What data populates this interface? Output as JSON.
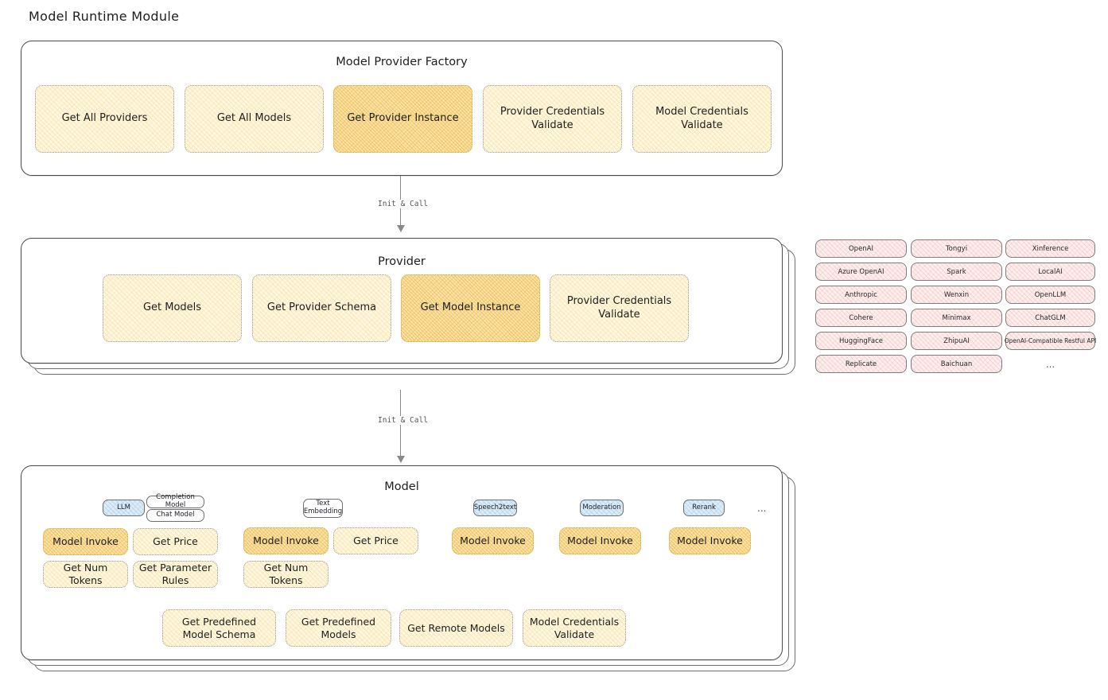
{
  "title": "Model Runtime Module",
  "arrows": [
    {
      "label": "Init & Call"
    },
    {
      "label": "Init & Call"
    }
  ],
  "factory": {
    "title": "Model Provider Factory",
    "cards": [
      {
        "label": "Get All Providers",
        "highlight": false
      },
      {
        "label": "Get All Models",
        "highlight": false
      },
      {
        "label": "Get Provider Instance",
        "highlight": true
      },
      {
        "label": "Provider Credentials Validate",
        "highlight": false
      },
      {
        "label": "Model Credentials Validate",
        "highlight": false
      }
    ]
  },
  "provider": {
    "title": "Provider",
    "cards": [
      {
        "label": "Get Models",
        "highlight": false
      },
      {
        "label": "Get Provider Schema",
        "highlight": false
      },
      {
        "label": "Get Model Instance",
        "highlight": true
      },
      {
        "label": "Provider Credentials Validate",
        "highlight": false
      }
    ]
  },
  "provider_list": {
    "columns": [
      [
        "OpenAI",
        "Azure OpenAI",
        "Anthropic",
        "Cohere",
        "HuggingFace",
        "Replicate"
      ],
      [
        "Tongyi",
        "Spark",
        "Wenxin",
        "Minimax",
        "ZhipuAI",
        "Baichuan"
      ],
      [
        "Xinference",
        "LocalAI",
        "OpenLLM",
        "ChatGLM",
        "OpenAI-Compatible Restful API",
        "..."
      ]
    ]
  },
  "model": {
    "title": "Model",
    "types": [
      {
        "name": "LLM",
        "blue": true,
        "subtypes": [
          "Completion Model",
          "Chat Model"
        ],
        "ops": [
          {
            "label": "Model Invoke",
            "highlight": true
          },
          {
            "label": "Get Price",
            "highlight": false
          },
          {
            "label": "Get Num Tokens",
            "highlight": false
          },
          {
            "label": "Get Parameter Rules",
            "highlight": false
          }
        ]
      },
      {
        "name": "Text Embedding",
        "blue": false,
        "subtypes": [],
        "ops": [
          {
            "label": "Model Invoke",
            "highlight": true
          },
          {
            "label": "Get Price",
            "highlight": false
          },
          {
            "label": "Get Num Tokens",
            "highlight": false
          }
        ]
      },
      {
        "name": "Speech2text",
        "blue": true,
        "subtypes": [],
        "ops": [
          {
            "label": "Model Invoke",
            "highlight": true
          }
        ]
      },
      {
        "name": "Moderation",
        "blue": true,
        "subtypes": [],
        "ops": [
          {
            "label": "Model Invoke",
            "highlight": true
          }
        ]
      },
      {
        "name": "Rerank",
        "blue": true,
        "subtypes": [],
        "ops": [
          {
            "label": "Model Invoke",
            "highlight": true
          }
        ]
      }
    ],
    "more": "...",
    "shared_ops": [
      {
        "label": "Get Predefined Model Schema"
      },
      {
        "label": "Get Predefined Models"
      },
      {
        "label": "Get Remote Models"
      },
      {
        "label": "Model Credentials Validate"
      }
    ]
  }
}
